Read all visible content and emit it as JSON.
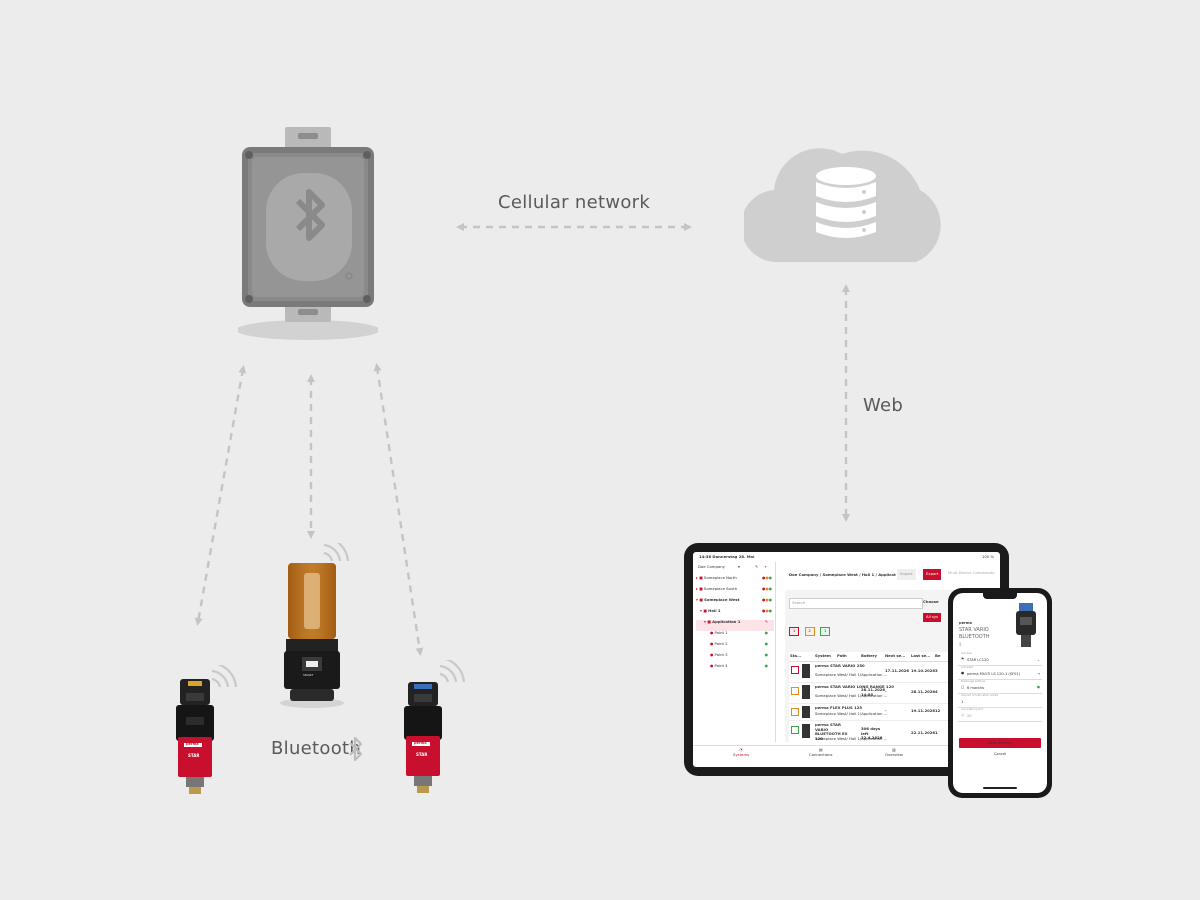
{
  "diagram": {
    "labels": {
      "cellular": "Cellular network",
      "web": "Web",
      "bluetooth": "Bluetooth"
    },
    "colors": {
      "background": "#ececec",
      "arrow": "#c4c4c4",
      "cloud": "#cfcfcf",
      "brand_red": "#c8102e"
    }
  },
  "tablet": {
    "status": {
      "time": "14:38",
      "date": "Donnerstag 28. Mai",
      "battery": "100 %"
    },
    "company_select": "Doe Company",
    "breadcrumb": [
      "Doe Company",
      "Someplace West",
      "Hall 1",
      "Applicat"
    ],
    "buttons": {
      "import": "Import",
      "export": "Export",
      "multi": "Multi-Device Commands"
    },
    "tree": [
      {
        "label": "Someplace North"
      },
      {
        "label": "Someplace South"
      },
      {
        "label": "Someplace West"
      },
      {
        "label": "Hall 1"
      },
      {
        "label": "Application 1"
      },
      {
        "label": "Point 1"
      },
      {
        "label": "Point 2"
      },
      {
        "label": "Point 3"
      },
      {
        "label": "Point 4"
      }
    ],
    "search_placeholder": "Search",
    "choose_label": "Choose",
    "all_sys": "All sys",
    "status_counts": [
      "1",
      "2",
      "1"
    ],
    "columns": [
      "Sta...",
      "System",
      "Path",
      "Battery",
      "Next se...",
      "Last se...",
      "Be"
    ],
    "rows": [
      {
        "sys": "perma STAR VARIO 250",
        "path": "Someplace West/ Hall 1/Application ...",
        "bat": "",
        "next": "17.11.2026",
        "last": "19.10.2026",
        "be": "3"
      },
      {
        "sys": "perma STAR VARIO LONG RANGE 120",
        "path": "Someplace West/ Hall 1/Application ...",
        "bat": "28.11.2026 14:05",
        "next": "-",
        "last": "28.11.2026",
        "be": "4"
      },
      {
        "sys": "perma FLEX PLUS 125",
        "path": "Someplace West/ Hall 1/Application ...",
        "bat": "",
        "next": "-",
        "last": "19.11.2026",
        "be": "12"
      },
      {
        "sys": "perma STAR VARIO BLUETOOTH EX 120",
        "path": "Someplace West/ Hall 1/Application ...",
        "bat": "306 days left 22.4.2026",
        "next": "",
        "last": "22.11.2026",
        "be": "1"
      }
    ],
    "bottom_nav": [
      "Systems",
      "Connections",
      "Overview"
    ]
  },
  "phone": {
    "brand": "perma",
    "title_line1": "STAR VARIO",
    "title_line2": "BLUETOOTH",
    "fields": [
      {
        "caption": "Lub Size",
        "value": "STAR LC120"
      },
      {
        "caption": "Lubricant",
        "value": "perma MULTI LS 120-1 (SF01)"
      },
      {
        "caption": "Discharge settings",
        "value": "6 months"
      },
      {
        "caption": "Amount of lubrication points",
        "value": "1"
      },
      {
        "caption": "Lubrication point",
        "value": "20"
      }
    ],
    "save": "Save Settings",
    "cancel": "Cancel"
  },
  "devices": {
    "brand": "perma",
    "left": "STAR",
    "right": "STAR",
    "center_display": "SMART"
  }
}
